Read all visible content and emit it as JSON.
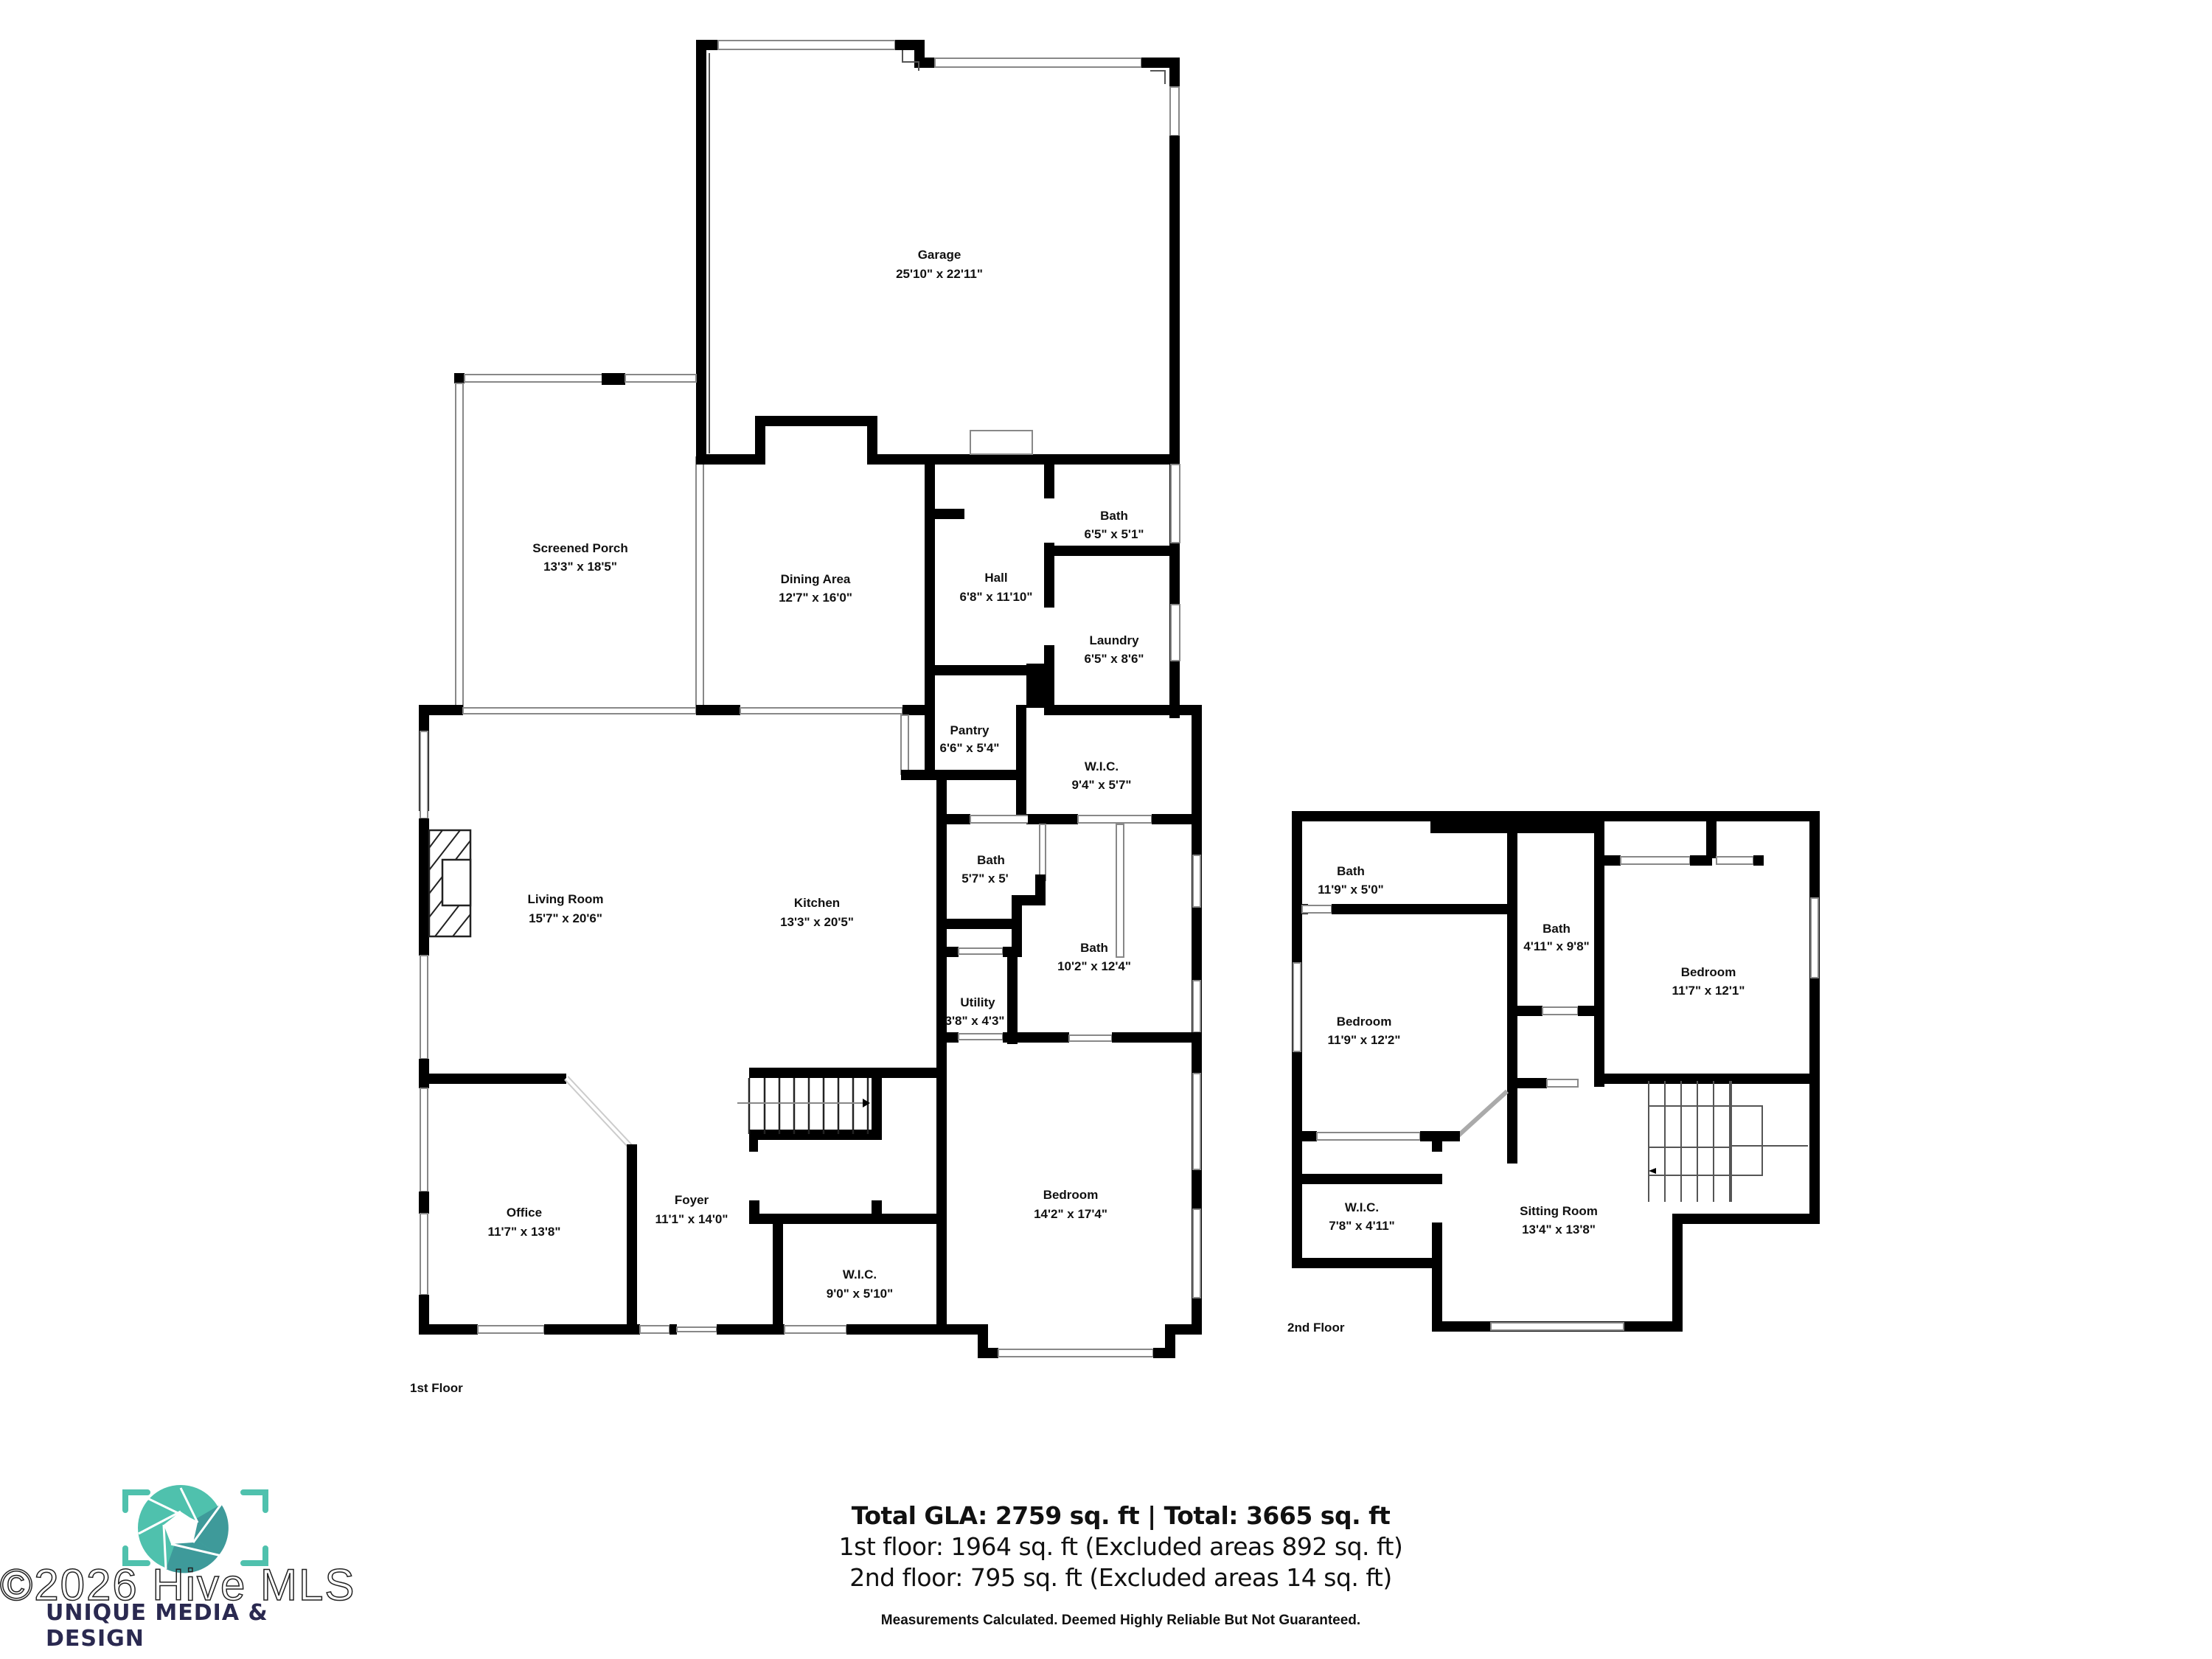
{
  "floor_labels": {
    "first": "1st Floor",
    "second": "2nd Floor"
  },
  "rooms_first_floor": [
    {
      "name": "Garage",
      "dim": "25'10\" x 22'11\""
    },
    {
      "name": "Screened Porch",
      "dim": "13'3\" x 18'5\""
    },
    {
      "name": "Dining Area",
      "dim": "12'7\" x 16'0\""
    },
    {
      "name": "Hall",
      "dim": "6'8\" x 11'10\""
    },
    {
      "name": "Bath",
      "dim": "6'5\" x 5'1\""
    },
    {
      "name": "Laundry",
      "dim": "6'5\" x 8'6\""
    },
    {
      "name": "Pantry",
      "dim": "6'6\" x 5'4\""
    },
    {
      "name": "W.I.C.",
      "dim": "9'4\" x 5'7\""
    },
    {
      "name": "Living Room",
      "dim": "15'7\" x 20'6\""
    },
    {
      "name": "Kitchen",
      "dim": "13'3\" x 20'5\""
    },
    {
      "name": "Bath",
      "dim": "5'7\" x 5'"
    },
    {
      "name": "Bath",
      "dim": "10'2\" x 12'4\""
    },
    {
      "name": "Utility",
      "dim": "3'8\" x 4'3\""
    },
    {
      "name": "Office",
      "dim": "11'7\" x 13'8\""
    },
    {
      "name": "Foyer",
      "dim": "11'1\" x 14'0\""
    },
    {
      "name": "W.I.C.",
      "dim": "9'0\" x 5'10\""
    },
    {
      "name": "Bedroom",
      "dim": "14'2\" x 17'4\""
    }
  ],
  "rooms_second_floor": [
    {
      "name": "Bath",
      "dim": "11'9\" x 5'0\""
    },
    {
      "name": "Bath",
      "dim": "4'11\" x 9'8\""
    },
    {
      "name": "Bedroom",
      "dim": "11'7\" x 12'1\""
    },
    {
      "name": "Bedroom",
      "dim": "11'9\" x 12'2\""
    },
    {
      "name": "W.I.C.",
      "dim": "7'8\" x 4'11\""
    },
    {
      "name": "Sitting Room",
      "dim": "13'4\" x 13'8\""
    }
  ],
  "totals": {
    "headline": "Total GLA: 2759 sq. ft | Total: 3665 sq. ft",
    "first_floor": "1st floor: 1964 sq. ft (Excluded areas 892 sq. ft)",
    "second_floor": "2nd floor: 795 sq. ft (Excluded areas 14 sq. ft)",
    "disclaimer": "Measurements Calculated. Deemed Highly Reliable But Not Guaranteed."
  },
  "logo": {
    "icon": "camera-aperture-icon",
    "brand": "UNIQUE MEDIA & DESIGN",
    "watermark": "©2026 Hive MLS",
    "colors": {
      "teal_light": "#4fc1ad",
      "teal_dark": "#3e9a9a",
      "navy": "#2a2950"
    }
  }
}
